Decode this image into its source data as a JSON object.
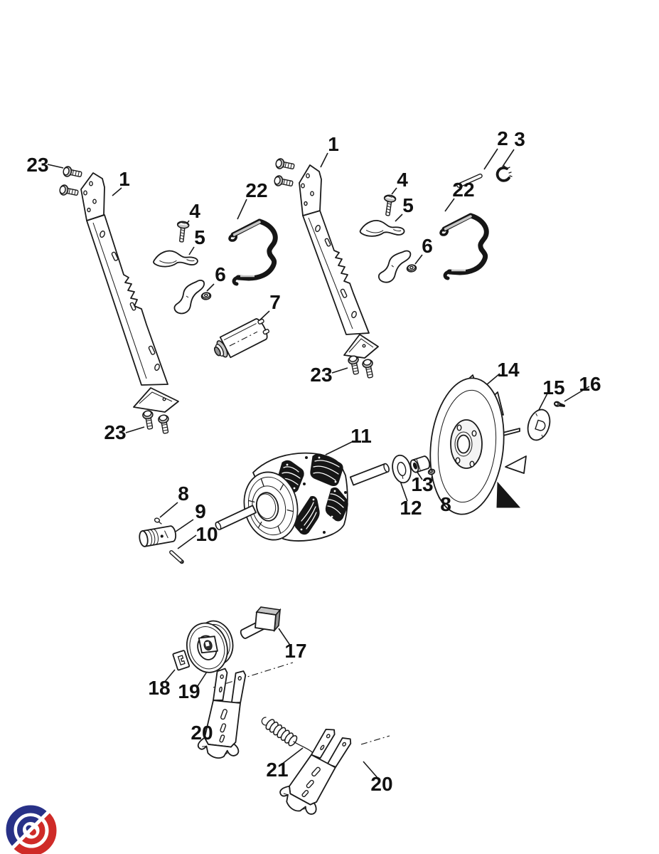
{
  "diagram": {
    "type": "exploded-parts-diagram",
    "ink_color": "#1a1a1a",
    "background": "#ffffff",
    "callouts": {
      "c23a": "23",
      "c1a": "1",
      "c4a": "4",
      "c5a": "5",
      "c6a": "6",
      "c7": "7",
      "c22a": "22",
      "c1b": "1",
      "c4b": "4",
      "c5b": "5",
      "c6b": "6",
      "c22b": "22",
      "c2": "2",
      "c3": "3",
      "c23b": "23",
      "c23c": "23",
      "c14": "14",
      "c15": "15",
      "c16": "16",
      "c11": "11",
      "c12": "12",
      "c13": "13",
      "c8a": "8",
      "c8b": "8",
      "c9": "9",
      "c10": "10",
      "c17": "17",
      "c18": "18",
      "c19": "19",
      "c20a": "20",
      "c21": "21",
      "c20b": "20"
    }
  },
  "logo": {
    "blue": "#283187",
    "red": "#cf2b28"
  }
}
